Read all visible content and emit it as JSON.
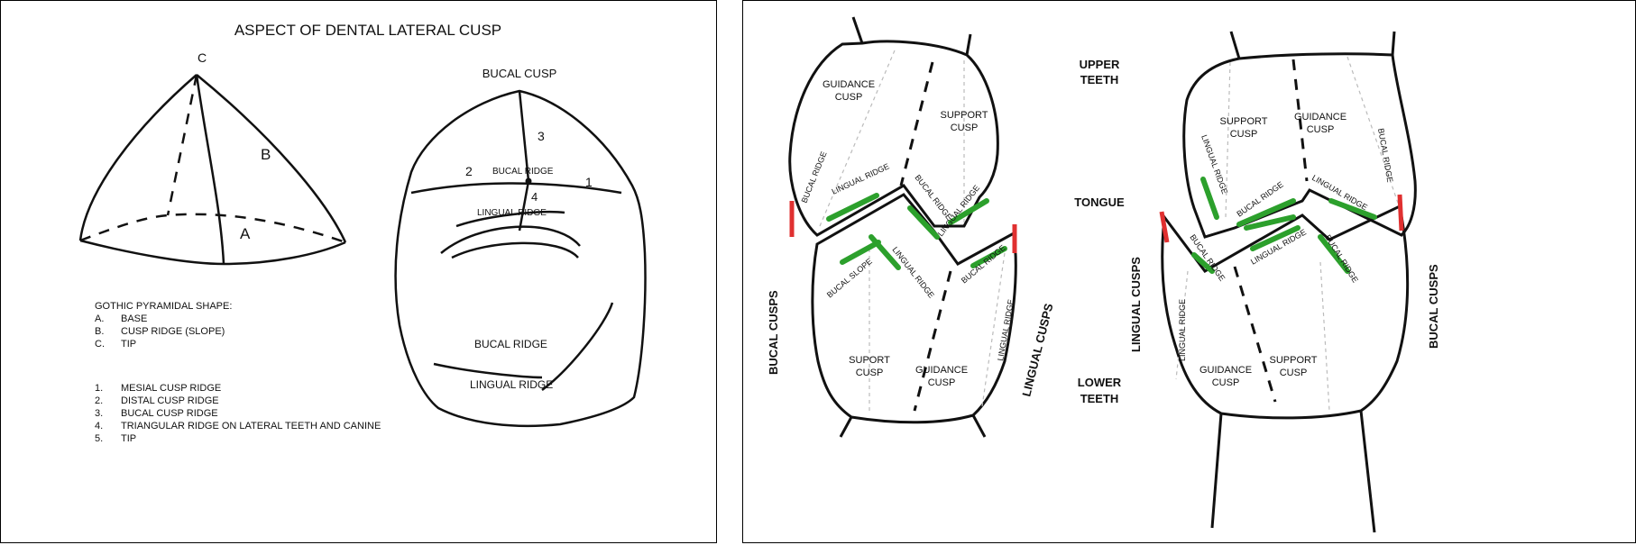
{
  "left": {
    "title": "ASPECT OF DENTAL LATERAL CUSP",
    "pyramid": {
      "tip": "C",
      "face": "B",
      "base": "A"
    },
    "cusp": {
      "header": "BUCAL CUSP",
      "n1": "1",
      "n2": "2",
      "n3": "3",
      "n4": "4",
      "bucal_ridge": "BUCAL RIDGE",
      "lingual_ridge": "LINGUAL RIDGE",
      "bottom_bucal": "BUCAL RIDGE",
      "bottom_lingual": "LINGUAL RIDGE"
    },
    "legend1": {
      "heading": "GOTHIC PYRAMIDAL SHAPE:",
      "items": [
        {
          "key": "A.",
          "text": "BASE"
        },
        {
          "key": "B.",
          "text": "CUSP RIDGE (SLOPE)"
        },
        {
          "key": "C.",
          "text": "TIP"
        }
      ]
    },
    "legend2": {
      "items": [
        {
          "key": "1.",
          "text": "MESIAL CUSP RIDGE"
        },
        {
          "key": "2.",
          "text": "DISTAL CUSP RIDGE"
        },
        {
          "key": "3.",
          "text": "BUCAL CUSP RIDGE"
        },
        {
          "key": "4.",
          "text": "TRIANGULAR RIDGE ON LATERAL TEETH AND CANINE"
        },
        {
          "key": "5.",
          "text": "TIP"
        }
      ]
    }
  },
  "right": {
    "upper_teeth_1": "UPPER",
    "upper_teeth_2": "TEETH",
    "tongue": "TONGUE",
    "lower_teeth_1": "LOWER",
    "lower_teeth_2": "TEETH",
    "a": {
      "guidance_1": "GUIDANCE",
      "guidance_2": "CUSP",
      "support_1": "SUPPORT",
      "support_2": "CUSP",
      "bucal_ridge_upper": "BUCAL RIDGE",
      "lingual_ridge_upper": "LINGUAL RIDGE",
      "bucal_ridge_mid": "BUCAL RIDGE",
      "lingual_ridge_mid": "LINGUAL RIDGE",
      "bucal_slope": "BUCAL SLOPE",
      "lingual_ridge_low": "LINGUAL RIDGE",
      "bucal_ridge_low": "BUCAL RIDGE",
      "lingual_ridge_low2": "LINGUAL RIDGE",
      "suport_1": "SUPORT",
      "suport_2": "CUSP",
      "guidance_low_1": "GUIDANCE",
      "guidance_low_2": "CUSP",
      "bucal_cusps": "BUCAL CUSPS",
      "lingual_cusps": "LINGUAL CUSPS"
    },
    "b": {
      "support_1": "SUPPORT",
      "support_2": "CUSP",
      "guidance_1": "GUIDANCE",
      "guidance_2": "CUSP",
      "lingual_ridge_up": "LINGUAL RIDGE",
      "bucal_ridge_up": "BUCAL RIDGE",
      "bucal_ridge_mid": "BUCAL RIDGE",
      "lingual_ridge_mid": "LINGUAL RIDGE",
      "bucal_ridge_low": "BUCAL RIDGE",
      "lingual_ridge_low": "LINGUAL RIDGE",
      "bucal_ridge_low2": "BUCAL RIDGE",
      "lingual_ridge_side": "LINGUAL RIDGE",
      "guidance_low_1": "GUIDANCE",
      "guidance_low_2": "CUSP",
      "support_low_1": "SUPPORT",
      "support_low_2": "CUSP",
      "lingual_cusps": "LINGUAL CUSPS",
      "bucal_cusps": "BUCAL CUSPS"
    },
    "colors": {
      "ridge_green": "#2ca02c",
      "marker_red": "#e03030",
      "outline": "#111111"
    }
  }
}
